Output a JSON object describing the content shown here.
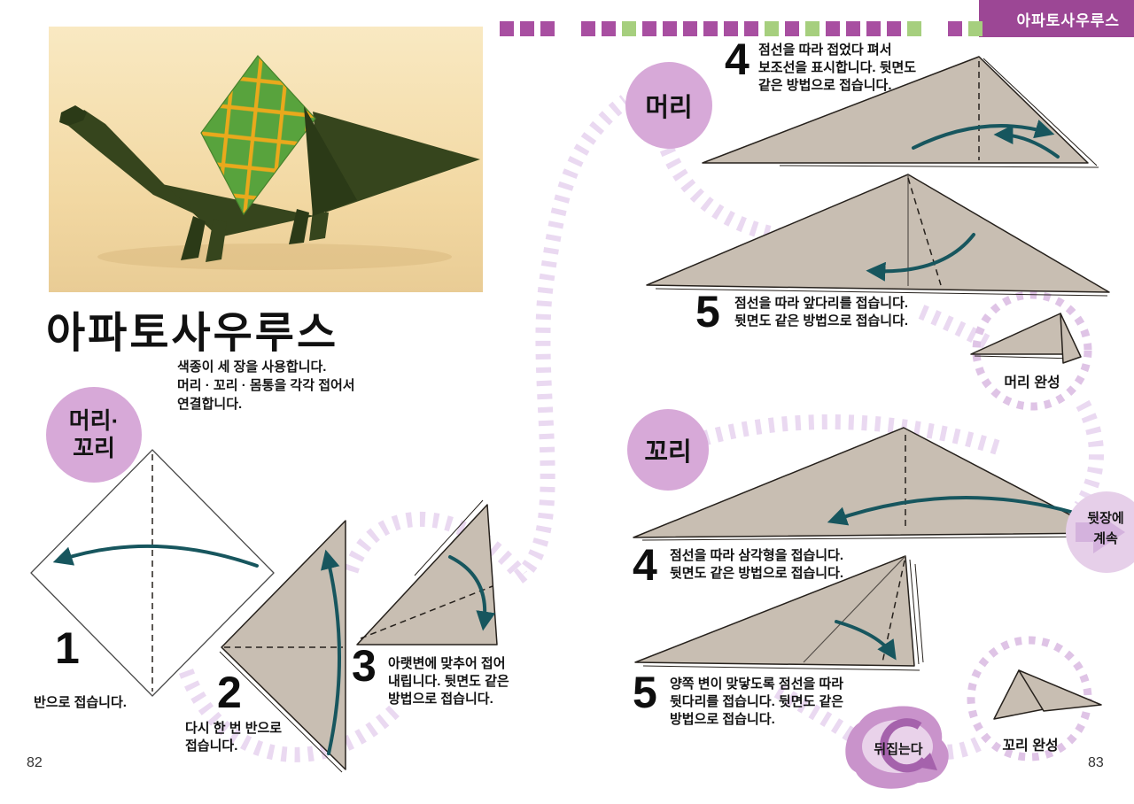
{
  "tab": {
    "label": "아파토사우루스"
  },
  "decor_strip": [
    "p",
    "p",
    "p",
    "_",
    "p",
    "p",
    "g",
    "p",
    "p",
    "p",
    "p",
    "p",
    "p",
    "g",
    "p",
    "g",
    "p",
    "p",
    "p",
    "p",
    "g",
    "_",
    "p",
    "g"
  ],
  "left_page": {
    "title": "아파토사우루스",
    "intro": "색종이 세 장을 사용합니다.\n머리 · 꼬리 · 몸통을 각각 접어서\n연결합니다.",
    "badge": "머리·\n꼬리",
    "step1": {
      "num": "1",
      "text": "반으로 접습니다."
    },
    "step2": {
      "num": "2",
      "text": "다시 한 번 반으로\n접습니다."
    },
    "step3": {
      "num": "3",
      "text": "아랫변에 맞추어 접어\n내립니다. 뒷면도 같은\n방법으로 접습니다."
    },
    "page_number": "82"
  },
  "right_page": {
    "head": {
      "badge": "머리",
      "step4": {
        "num": "4",
        "text": "점선을 따라 접었다 펴서\n보조선을 표시합니다. 뒷면도\n같은 방법으로 접습니다."
      },
      "step5": {
        "num": "5",
        "text": "점선을 따라 앞다리를 접습니다.\n뒷면도 같은 방법으로 접습니다."
      },
      "complete": "머리 완성"
    },
    "tail": {
      "badge": "꼬리",
      "step4": {
        "num": "4",
        "text": "점선을 따라 삼각형을 접습니다.\n뒷면도 같은 방법으로 접습니다."
      },
      "step5": {
        "num": "5",
        "text": "양쪽 변이 맞닿도록 점선을 따라\n뒷다리를 접습니다. 뒷면도 같은\n방법으로 접습니다."
      },
      "flip": "뒤집는다",
      "complete": "꼬리 완성"
    },
    "continue_note": "뒷장에\n계속",
    "page_number": "83"
  },
  "colors": {
    "accent_purple": "#9c4795",
    "strip_purple": "#a84fa1",
    "strip_green": "#a6cf7e",
    "badge_purple": "#d7a9d8",
    "track_purple": "#ead9f1",
    "ring_purple": "#dfc4e6",
    "teal_arrow": "#17565e",
    "paper_tan": "#c8beb2",
    "blob_purple": "#c993cb",
    "continue_fill": "#e6cfe9",
    "continue_arrow": "#d4b2dd",
    "photo_bg": "#f4dca6",
    "dino_green": "#36451d",
    "body_green": "#58a33d",
    "grid_yellow": "#e9a91c"
  }
}
